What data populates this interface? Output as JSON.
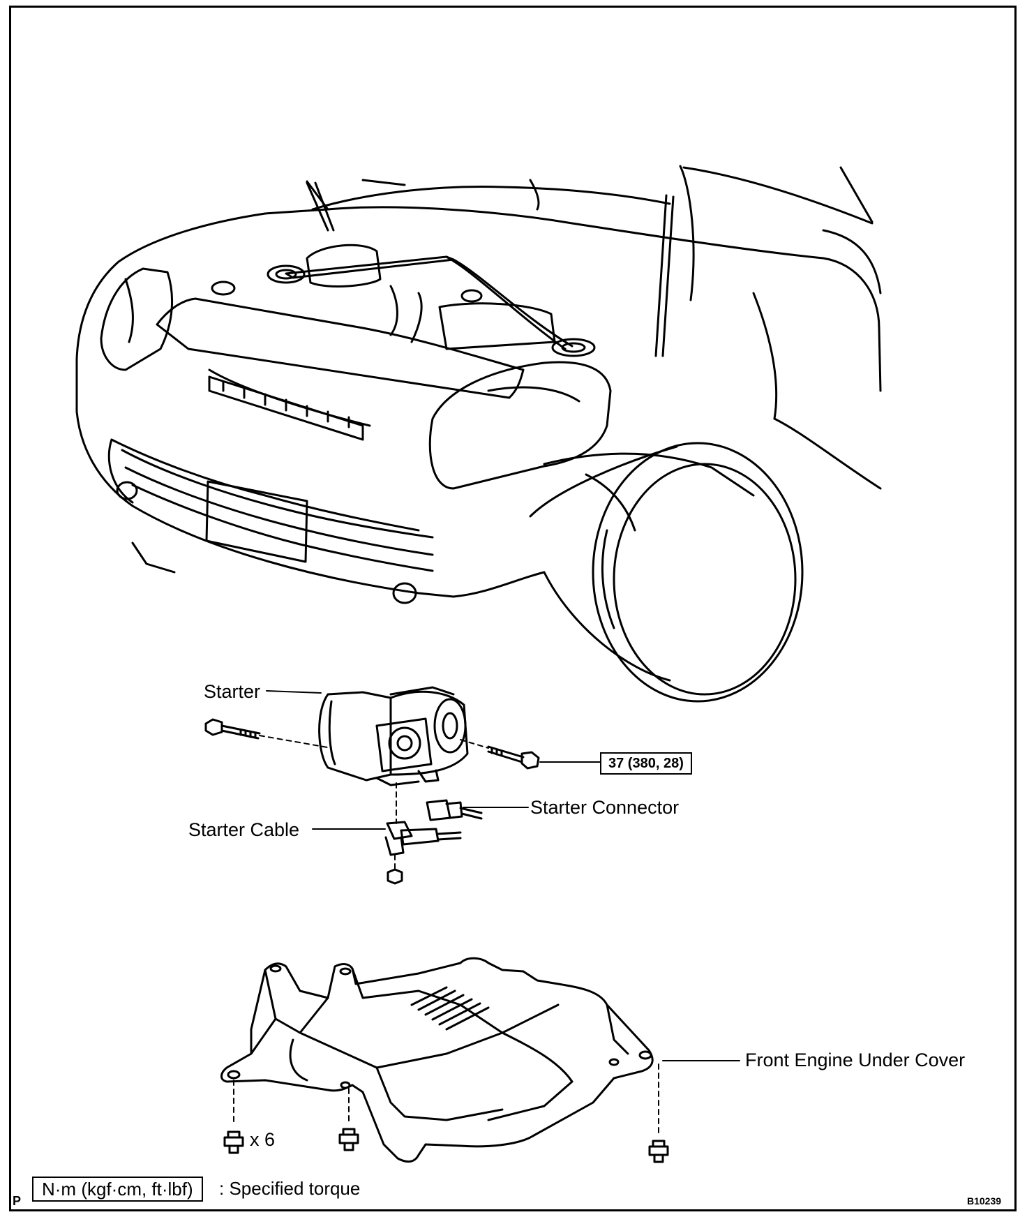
{
  "labels": {
    "starter": "Starter",
    "torque_spec": "37 (380, 28)",
    "starter_connector": "Starter Connector",
    "starter_cable": "Starter Cable",
    "front_engine_under_cover": "Front Engine Under Cover",
    "bolt_count": "x 6"
  },
  "legend": {
    "unit_box": "N·m (kgf·cm, ft·lbf)",
    "description": ": Specified torque"
  },
  "corner": {
    "left_mark": "P",
    "figure_id": "B10239"
  }
}
